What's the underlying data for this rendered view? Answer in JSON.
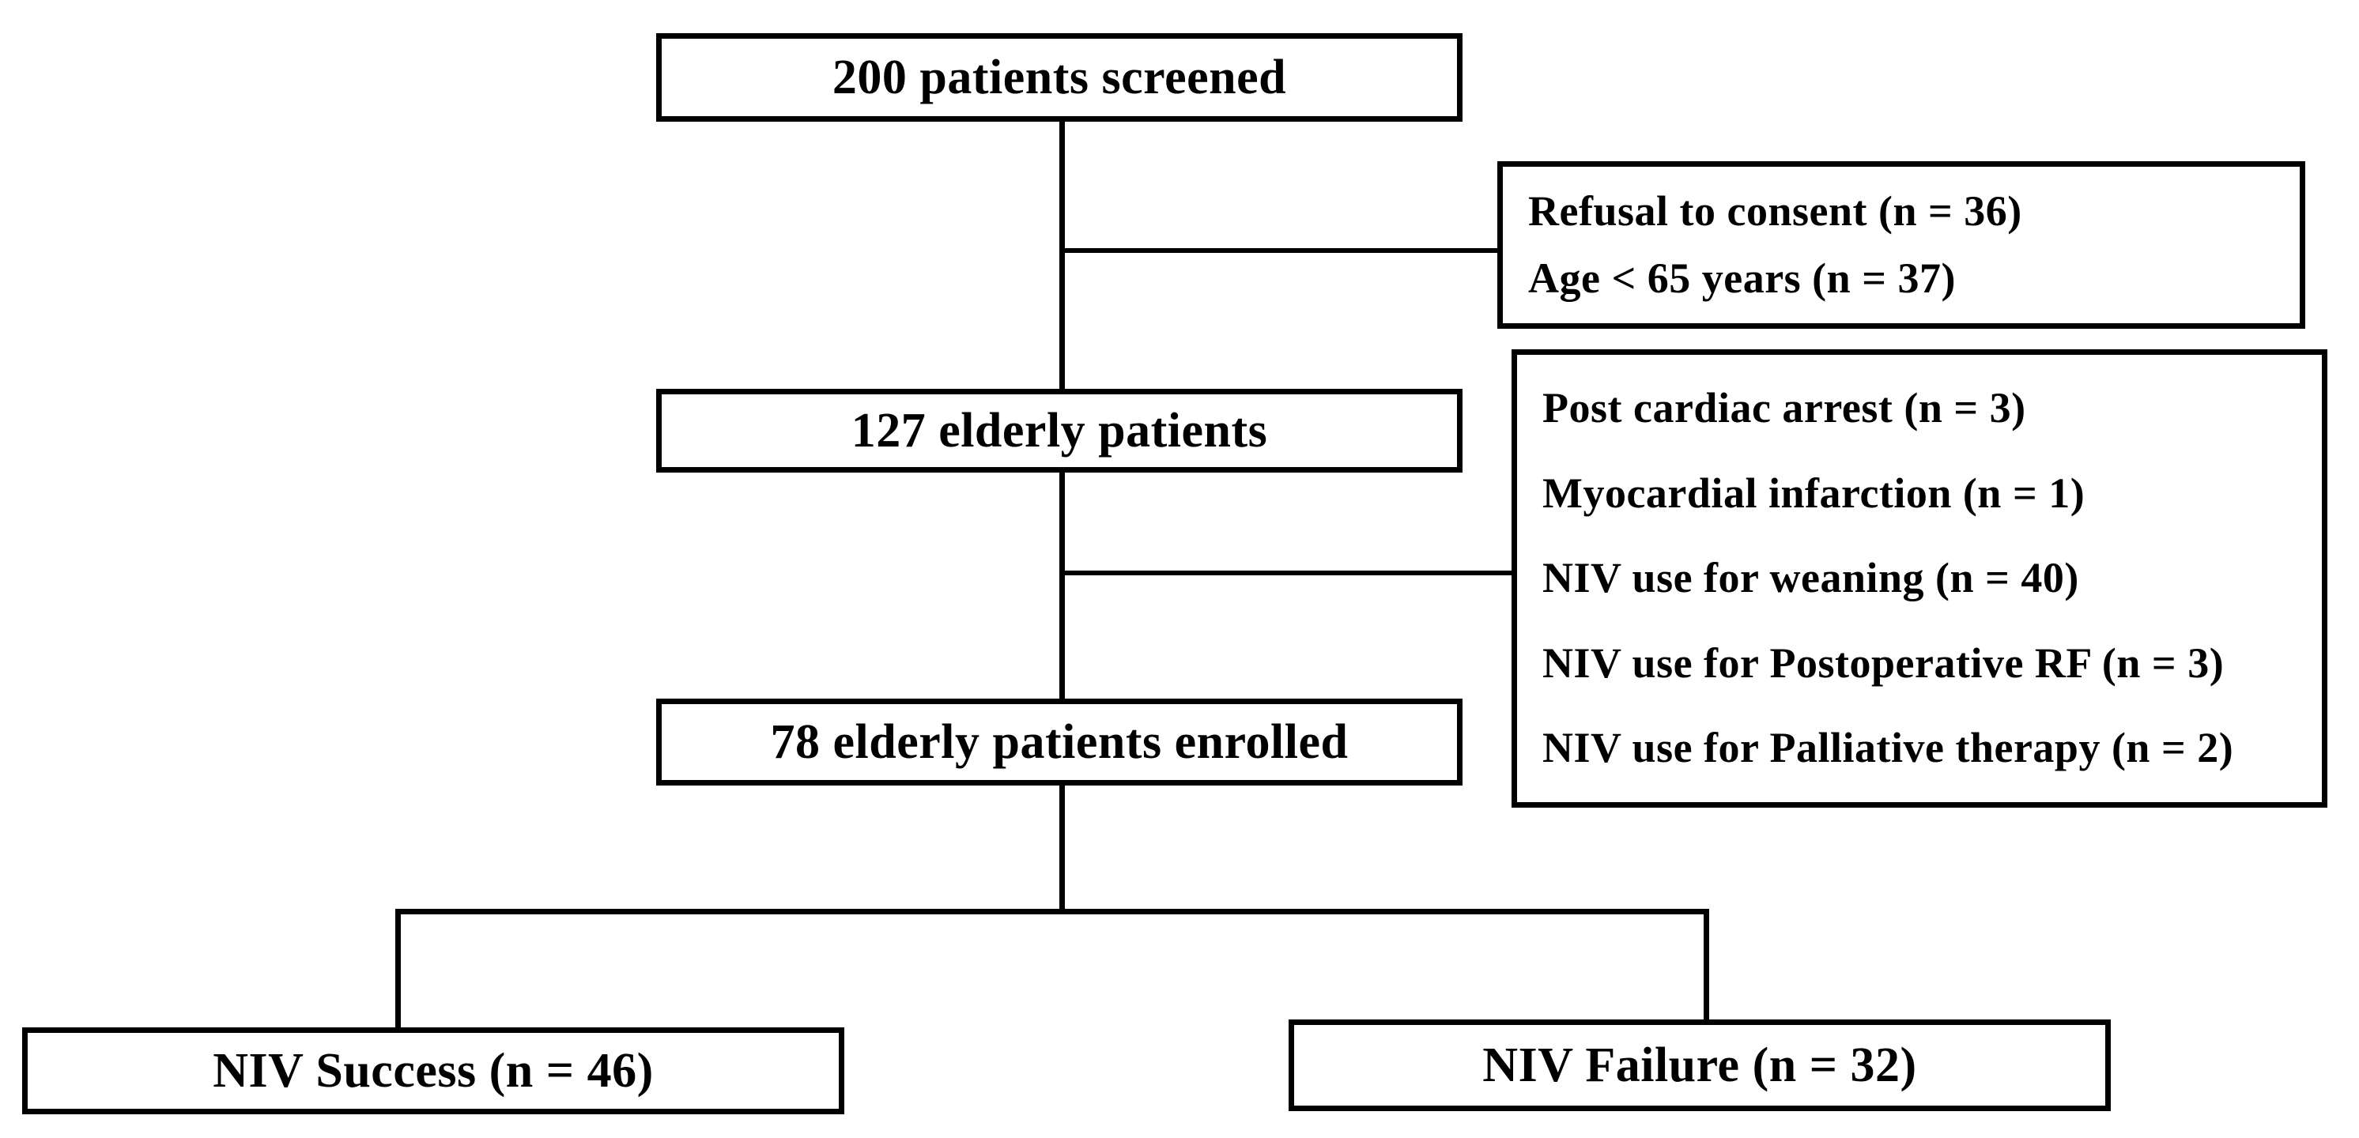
{
  "colors": {
    "background": "#ffffff",
    "line": "#000000",
    "box_border": "#000000",
    "text": "#000000"
  },
  "flowchart": {
    "screened": {
      "label": "200 patients screened"
    },
    "excluded_screening": {
      "lines": [
        "Refusal to consent (n = 36)",
        "Age < 65 years (n = 37)"
      ]
    },
    "elderly": {
      "label": "127 elderly patients"
    },
    "excluded_eligibility": {
      "lines": [
        "Post cardiac arrest (n = 3)",
        "Myocardial infarction (n = 1)",
        "NIV use for weaning (n = 40)",
        "NIV use for Postoperative RF (n = 3)",
        "NIV use for Palliative therapy (n = 2)"
      ]
    },
    "enrolled": {
      "label": "78 elderly patients enrolled"
    },
    "outcome_success": {
      "label": "NIV Success (n = 46)"
    },
    "outcome_failure": {
      "label": "NIV Failure (n = 32)"
    }
  }
}
